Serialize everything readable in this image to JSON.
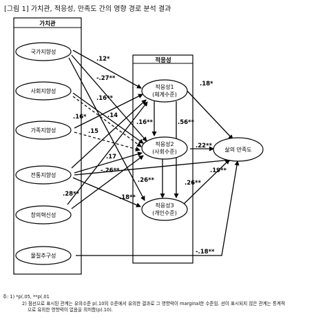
{
  "caption": "[그림 1] 가치관, 적응성, 만족도 간의 영향 경로 분석 결과",
  "groups": {
    "values_title": "가치관",
    "adaptation_title": "적응성"
  },
  "nodes": {
    "national": "국가지향성",
    "social": "사회지향성",
    "family": "가족지향성",
    "tradition": "전통지향성",
    "creative": "창의혁신성",
    "material": "물질추구성",
    "adapt1_line1": "적응성1",
    "adapt1_line2": "(체계수준)",
    "adapt2_line1": "적응성2",
    "adapt2_line2": "(사회수준)",
    "adapt3_line1": "적응성3",
    "adapt3_line2": "(개인수준)",
    "satisfaction": "삶의 만족도"
  },
  "coefficients": {
    "national_adapt1": ".12*",
    "national_adapt2": "-.27**",
    "social_adapt2": ".16**",
    "family_adapt1": ".16*",
    "family_adapt2_a": ".14",
    "family_adapt2_b": ".15",
    "tradition_adapt1": ".17",
    "tradition_adapt2": "-.26**",
    "tradition_adapt3": ".18**",
    "creative_adapt1": ".28**",
    "adapt1_satisfaction": ".18*",
    "adapt1_adapt2": ".16**",
    "adapt1_adapt3": ".56**",
    "adapt2_satisfaction": ".22**",
    "adapt2_adapt3": ".26**",
    "adapt3_satisfaction": ".26**",
    "tradition_satisfaction": ".19**",
    "material_satisfaction": "-.18**"
  },
  "notes": {
    "line1": "주: 1) *p(.05, **p(.01",
    "line2": "2) 점선으로 표시된 관계는 유의수준 p(.10의 수준에서 유의한 결과로 그 영향력이 marginal한 수준임. 선이 표시되지 않은 관계는 통계적",
    "line3": "으로 유의한 영향력이 없음을 의미함(p).10)."
  }
}
